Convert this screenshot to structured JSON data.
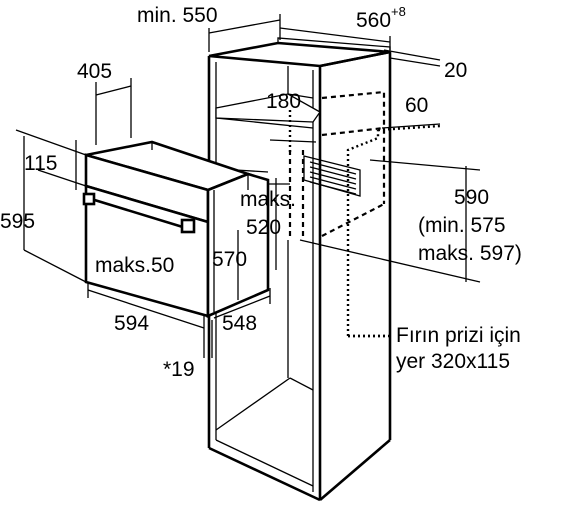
{
  "labels": {
    "cabinet_min_width": "min. 550",
    "cabinet_depth": "560",
    "cabinet_depth_sup": "+8",
    "top_gap": "20",
    "oven_depth": "405",
    "depth_180": "180",
    "depth_60": "60",
    "panel_115": "115",
    "oven_height": "595",
    "niche_max_label": "maks.",
    "niche_max_value": "520",
    "niche_height_line1": "590",
    "niche_height_line2": "(min. 575",
    "niche_height_line3": "maks. 597)",
    "front_max": "maks.50",
    "height_570": "570",
    "oven_width": "594",
    "body_width": "548",
    "front_offset": "*19",
    "socket_line1": "Fırın prizi için",
    "socket_line2": "yer 320x115"
  },
  "colors": {
    "line": "#000000",
    "background": "#ffffff"
  }
}
